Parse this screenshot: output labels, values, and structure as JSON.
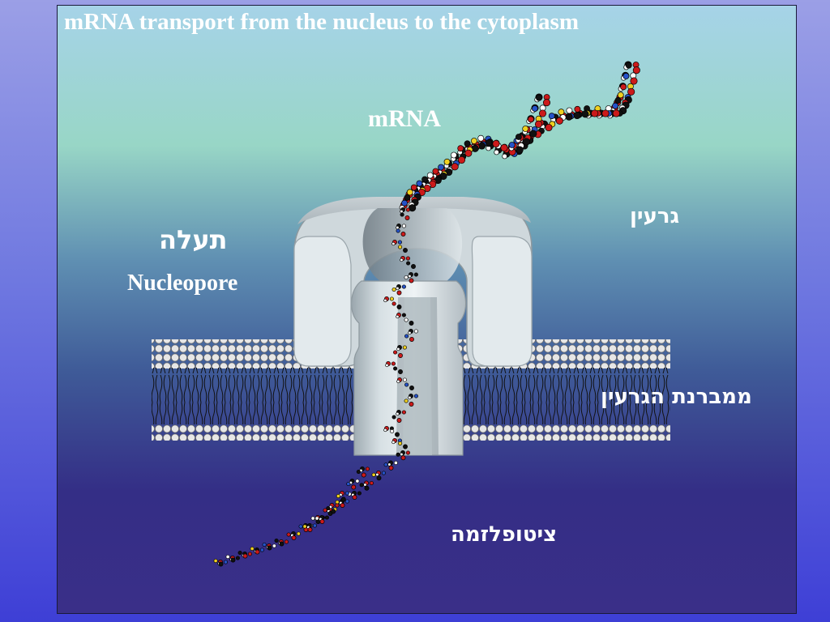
{
  "title": "mRNA transport from the nucleus to the cytoplasm",
  "labels": {
    "mrna": "mRNA",
    "pore_hebrew": "תעלה",
    "pore_english": "Nucleopore",
    "nucleus_hebrew": "גרעין",
    "membrane_hebrew": "ממברנת הגרעין",
    "cytoplasm_hebrew": "ציטופלזמה"
  }
}
